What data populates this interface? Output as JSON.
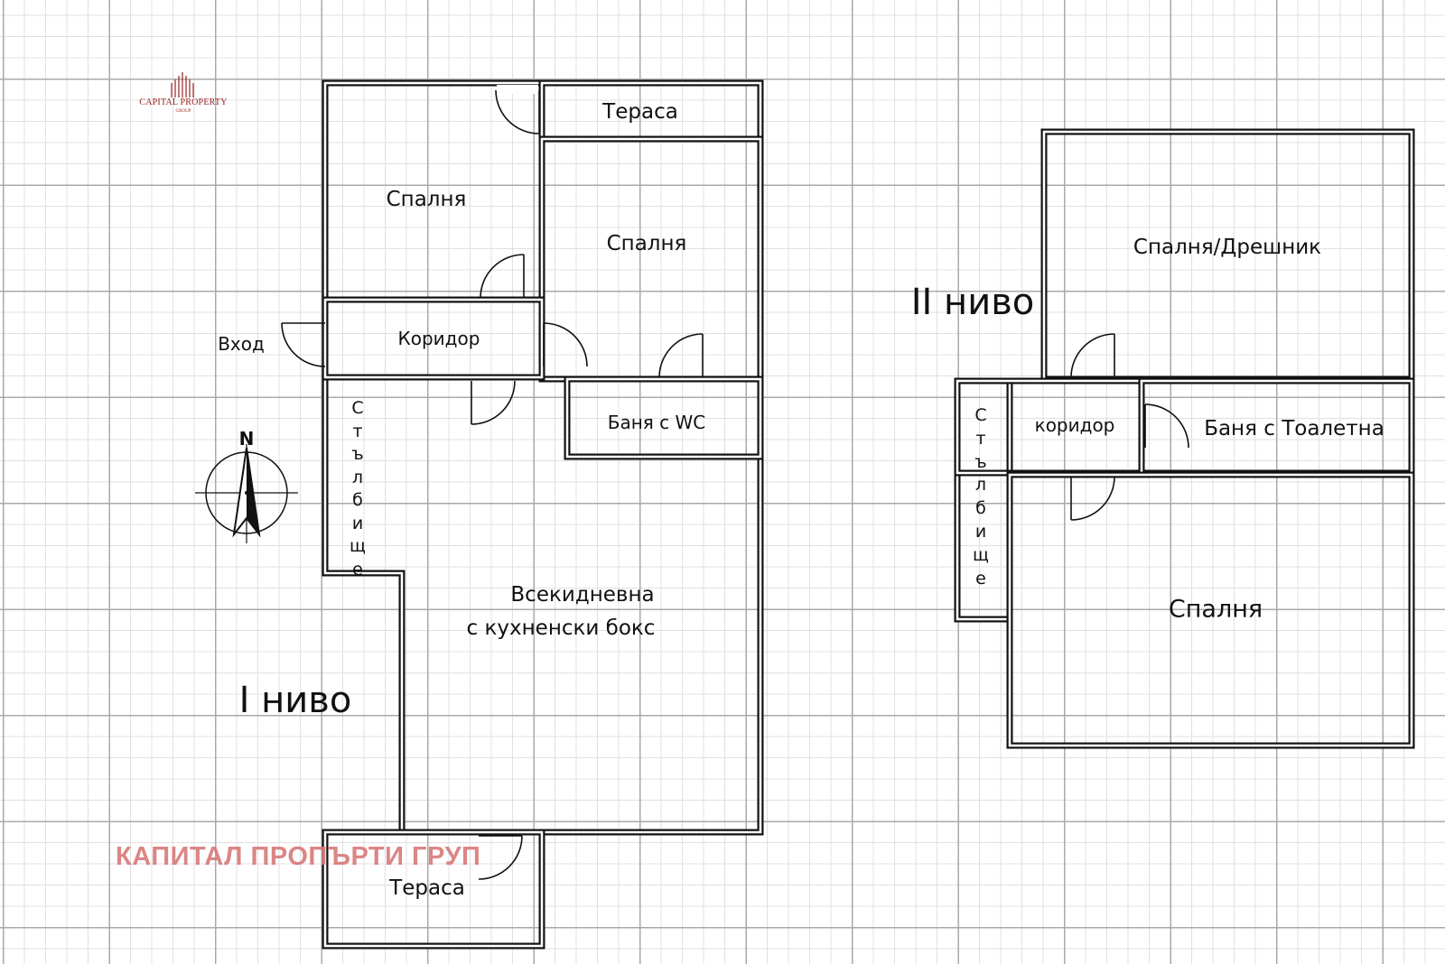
{
  "logo": {
    "text": "CAPITAL PROPERTY",
    "subtext": "GROUP",
    "color": "#9c2020"
  },
  "compass": {
    "north_label": "N"
  },
  "watermark": {
    "text": "КАПИТАЛ ПРОПЪРТИ ГРУП",
    "color": "#d87a7a"
  },
  "level_1": {
    "title": "I ниво",
    "entrance": "Вход",
    "rooms": {
      "terrace_top": "Тераса",
      "bedroom_a": "Спалня",
      "bedroom_b": "Спалня",
      "corridor": "Коридор",
      "bathroom": "Баня с WC",
      "living_line1": "Всекидневна",
      "living_line2": "с кухненски бокс",
      "terrace_bottom": "Тераса"
    },
    "stairs": [
      "С",
      "т",
      "ъ",
      "л",
      "б",
      "и",
      "щ",
      "е"
    ]
  },
  "level_2": {
    "title": "II ниво",
    "rooms": {
      "bedroom_closet": "Спалня/Дрешник",
      "corridor": "коридор",
      "bathroom": "Баня с Тоалетна",
      "bedroom": "Спалня"
    },
    "stairs": [
      "С",
      "т",
      "ъ",
      "л",
      "б",
      "и",
      "щ",
      "е"
    ]
  }
}
